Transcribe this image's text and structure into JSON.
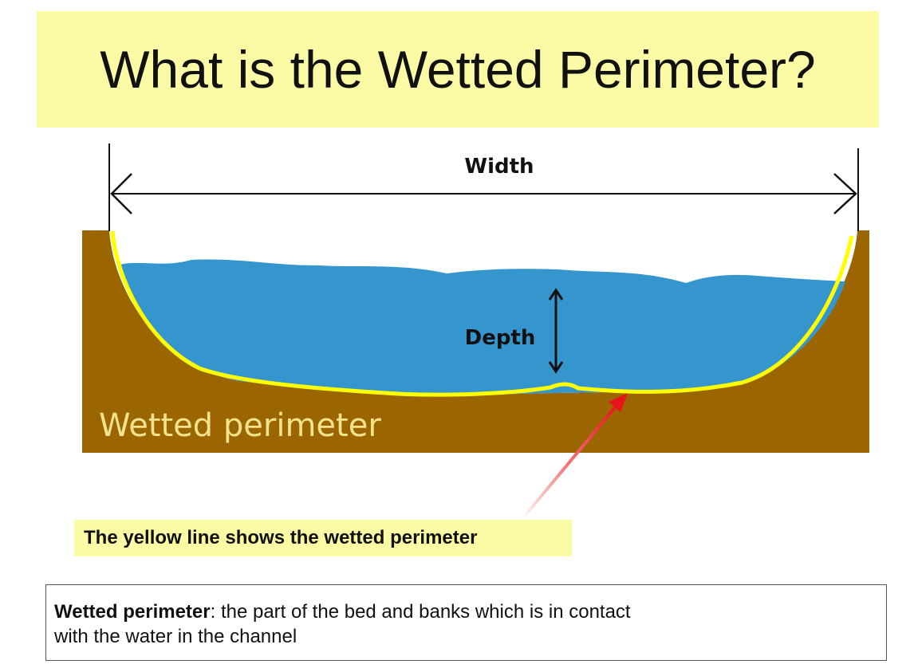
{
  "title": "What is the Wetted Perimeter?",
  "diagram": {
    "width_label": "Width",
    "depth_label": "Depth",
    "perimeter_label": "Wetted perimeter",
    "colors": {
      "soil": "#9b6500",
      "water": "#3496cc",
      "perimeter_line": "#ffff00",
      "perimeter_label": "#f2e38c",
      "arrow": "#e8141c"
    }
  },
  "caption": "The yellow line shows the wetted perimeter",
  "definition": {
    "term": "Wetted perimeter",
    "line1": ": the part of the bed and banks which is in contact",
    "line2": "with the water in the channel"
  }
}
